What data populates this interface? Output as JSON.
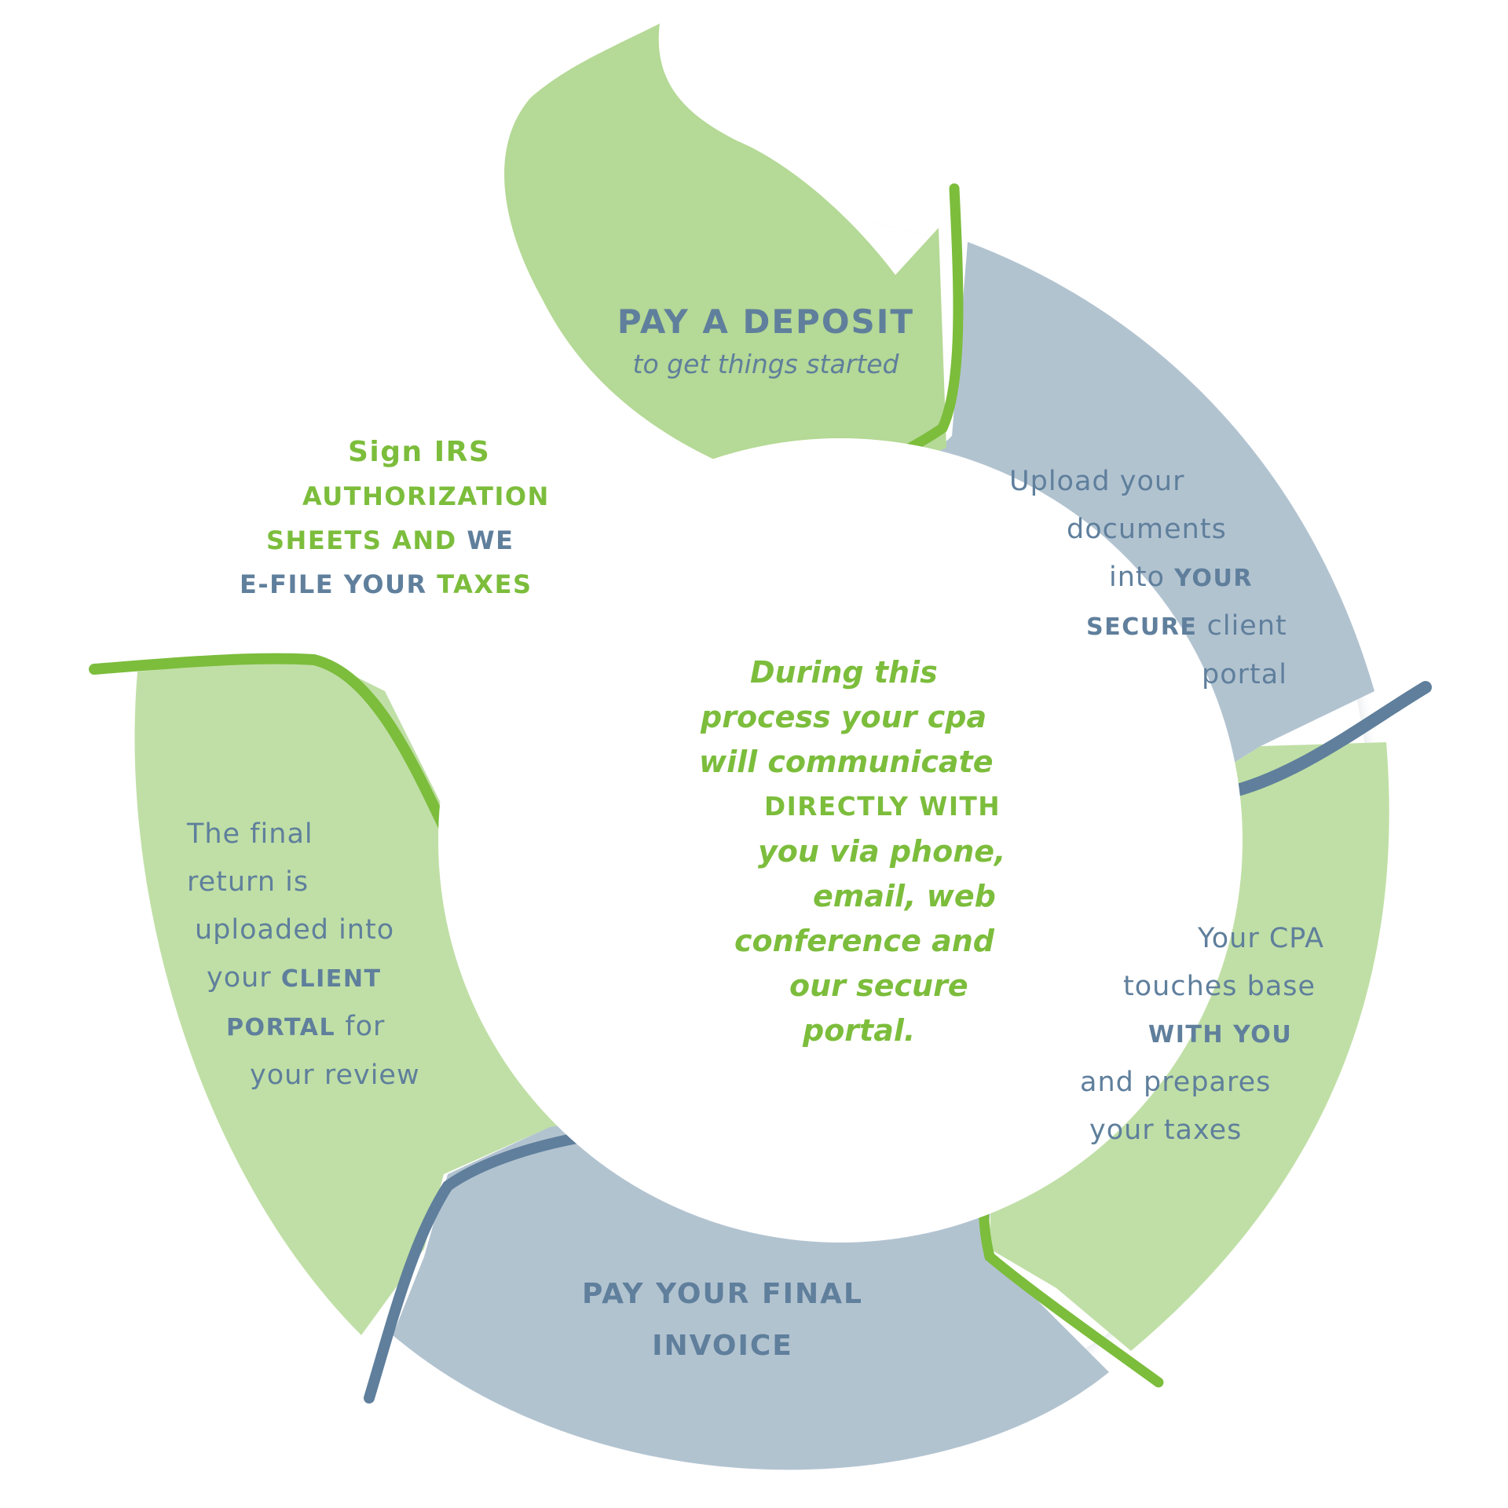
{
  "steps": {
    "deposit": {
      "title": "PAY A DEPOSIT",
      "subtitle": "to get things started"
    },
    "upload": {
      "l1": "Upload your",
      "l2": "documents",
      "l3a": "into ",
      "l3b": "YOUR",
      "l4a": "SECURE",
      "l4b": " client",
      "l5": "portal"
    },
    "prepare": {
      "l1": "Your CPA",
      "l2": "touches base",
      "l3": "WITH YOU",
      "l4": "and prepares",
      "l5": "your taxes"
    },
    "invoice": {
      "l1": "PAY YOUR FINAL",
      "l2": "INVOICE"
    },
    "review": {
      "l1": "The final",
      "l2": "return is",
      "l3": "uploaded into",
      "l4a": "your ",
      "l4b": "CLIENT",
      "l5a": "PORTAL",
      "l5b": " for",
      "l6": "your review"
    },
    "sign": {
      "l1": "Sign IRS",
      "l2": "AUTHORIZATION",
      "l3a": "SHEETS AND ",
      "l3b": "WE",
      "l4a": "E-FILE YOUR ",
      "l4b": "TAXES"
    }
  },
  "center": {
    "l1": "During this",
    "l2": "process your cpa",
    "l3": "will communicate",
    "l4": "DIRECTLY WITH",
    "l5": "you via phone,",
    "l6": "email, web",
    "l7": "conference and",
    "l8": "our secure",
    "l9": "portal."
  },
  "colors": {
    "light_green": "#c0dfa6",
    "leaf_green": "#b5d996",
    "accent_green": "#7cbd3c",
    "slate_blue": "#b2c3d0",
    "dark_blue": "#5f7f9c",
    "white": "#ffffff"
  }
}
